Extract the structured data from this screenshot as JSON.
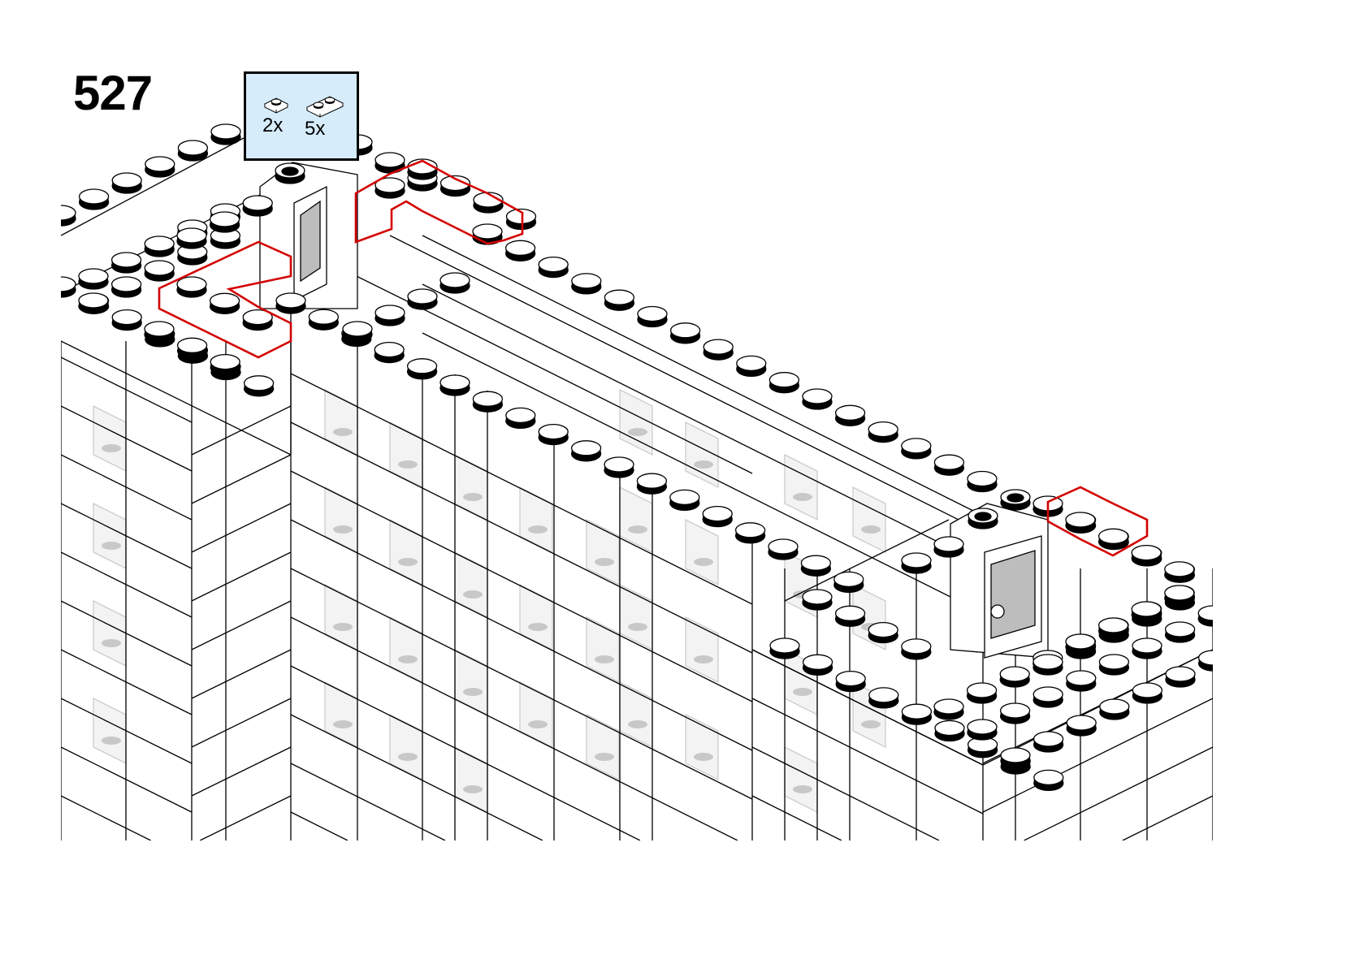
{
  "step_number": "527",
  "parts_callout": {
    "items": [
      {
        "icon": "plate-1x1-icon",
        "quantity": "2x"
      },
      {
        "icon": "plate-1x2-icon",
        "quantity": "5x"
      }
    ],
    "background": "#d6ecfb"
  },
  "colors": {
    "highlight": "#d40000",
    "window_glass": "#bdbdbd"
  }
}
